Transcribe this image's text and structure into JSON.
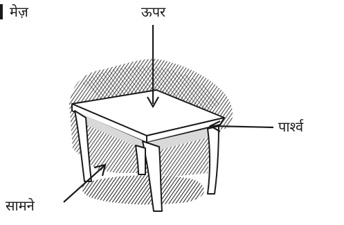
{
  "title": "मेज़",
  "labels": {
    "top": "ऊपर",
    "side": "पार्श्व",
    "front": "सामने"
  },
  "colors": {
    "ink": "#1a1a1a",
    "shade": "#3a3a3a",
    "paper": "#ffffff"
  }
}
